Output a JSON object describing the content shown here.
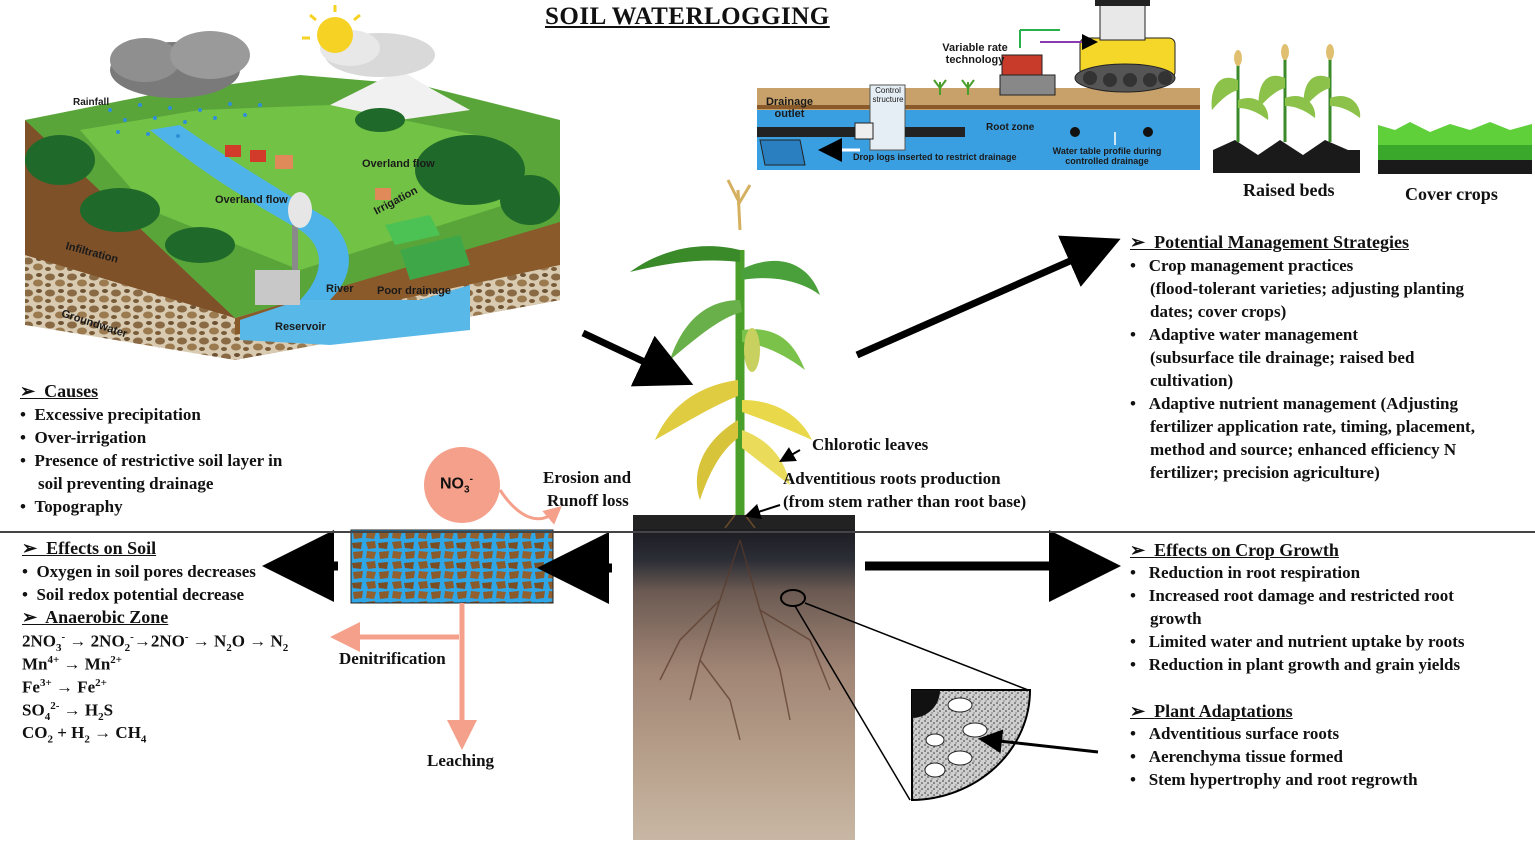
{
  "title": "SOIL WATERLOGGING",
  "colors": {
    "soil": "#8a5a2b",
    "water": "#43a7e0",
    "grass": "#5aa53a",
    "arrow": "#000000",
    "nitrate": "#f4a08a",
    "chlorotic": "#e8d23c"
  },
  "landscape": {
    "rainfall": "Rainfall",
    "overland_flow_1": "Overland flow",
    "overland_flow_2": "Overland flow",
    "irrigation": "Irrigation",
    "infiltration": "Infiltration",
    "river": "River",
    "poor_drainage": "Poor drainage",
    "reservoir": "Reservoir",
    "groundwater": "Groundwater"
  },
  "drainage": {
    "variable_rate": "Variable rate technology",
    "control_structure": "Control structure",
    "drainage_outlet": "Drainage outlet",
    "root_zone": "Root zone",
    "drop_logs": "Drop logs inserted to restrict drainage",
    "water_table": "Water table profile during controlled drainage"
  },
  "raised_beds": "Raised beds",
  "cover_crops": "Cover crops",
  "causes": {
    "header": "Causes",
    "items": [
      "Excessive precipitation",
      "Over-irrigation",
      "Presence of restrictive soil layer in",
      "soil preventing drainage",
      "Topography"
    ]
  },
  "management": {
    "header": "Potential Management Strategies",
    "lines": [
      "Crop management practices",
      "(flood-tolerant varieties; adjusting planting",
      "dates; cover crops)",
      "Adaptive water management",
      "(subsurface tile drainage; raised bed",
      "cultivation)",
      "Adaptive nutrient management (Adjusting",
      "fertilizer application rate, timing, placement,",
      "method and source; enhanced efficiency N",
      "fertilizer; precision agriculture)"
    ]
  },
  "plant": {
    "chlorotic": "Chlorotic leaves",
    "adventitious_1": "Adventitious roots production",
    "adventitious_2": "(from stem rather than root base)"
  },
  "nitrate": {
    "label": "NO",
    "sub": "3",
    "sup": "-"
  },
  "erosion": {
    "line1": "Erosion and",
    "line2": "Runoff loss"
  },
  "denitrification": "Denitrification",
  "leaching": "Leaching",
  "effects_soil": {
    "header": "Effects on Soil",
    "items": [
      "Oxygen in soil pores decreases",
      "Soil redox potential decrease"
    ]
  },
  "anaerobic": {
    "header": "Anaerobic Zone",
    "reactions": [
      {
        "parts": [
          "2NO",
          "3",
          "-",
          " → 2NO",
          "2",
          "-",
          "→2NO",
          "",
          "-",
          " → N",
          "2",
          "",
          "O → N",
          "2",
          ""
        ]
      },
      {
        "parts": [
          "Mn",
          "",
          "4+",
          " → Mn",
          "",
          "2+"
        ]
      },
      {
        "parts": [
          "Fe",
          "",
          "3+",
          " → Fe",
          "",
          "2+"
        ]
      },
      {
        "parts": [
          "SO",
          "4",
          "2-",
          " → H",
          "2",
          "",
          "S"
        ]
      },
      {
        "parts": [
          "CO",
          "2",
          "",
          " + H",
          "2",
          "",
          " → CH",
          "4",
          ""
        ]
      }
    ]
  },
  "crop_growth": {
    "header": "Effects on  Crop Growth",
    "lines": [
      "Reduction in root respiration",
      "Increased root damage and restricted root",
      "growth",
      "Limited water and nutrient uptake by roots",
      "Reduction in plant growth and grain yields"
    ]
  },
  "adaptations": {
    "header": "Plant Adaptations",
    "items": [
      "Adventitious surface roots",
      "Aerenchyma tissue formed",
      "Stem hypertrophy and root regrowth"
    ]
  }
}
